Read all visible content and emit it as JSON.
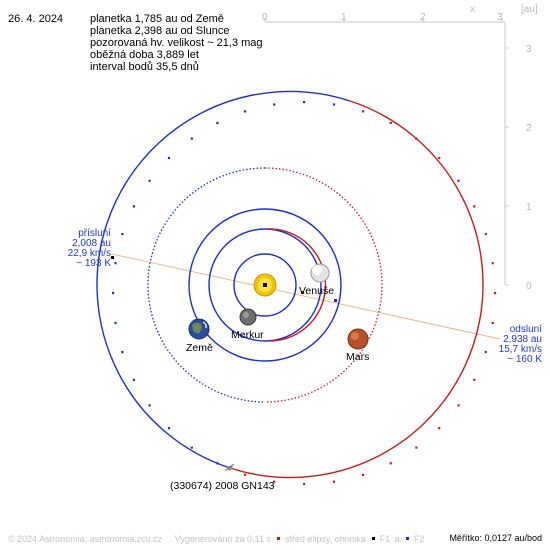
{
  "header": {
    "date": "26. 4. 2024",
    "lines": [
      "planetka 1,785 au od Země",
      "planetka 2,398 au od Slunce",
      "pozorovaná hv. velikost ~ 21,3 mag",
      "oběžná doba 3,889 let",
      "interval bodů 35,5 dnů"
    ]
  },
  "axes": {
    "x_ticks": [
      "0",
      "1",
      "2",
      "3"
    ],
    "y_ticks": [
      "3",
      "2",
      "1",
      "0"
    ],
    "x_label": "x",
    "unit_label": "[au]"
  },
  "planets": {
    "earth": "Země",
    "venus": "Venuše",
    "mercury": "Merkur",
    "mars": "Mars"
  },
  "asteroid": {
    "name": "(330674) 2008 GN143"
  },
  "perihelion": {
    "title": "přísluní",
    "distance": "2,008 au",
    "speed": "22,9 km/s",
    "temp": "~ 193 K"
  },
  "aphelion": {
    "title": "odsluní",
    "distance": "2,938 au",
    "speed": "15,7 km/s",
    "temp": "~ 160 K"
  },
  "footer": {
    "copyright": "© 2024 Astronomia, astronomia.zcu.cz",
    "generated": "Vygenerováno za 0,11 s",
    "legend_center": "střed elipsy, ohniska",
    "legend_f1": "F1",
    "legend_a": "a",
    "legend_f2": "F2",
    "scale": "Měřítko: 0,0127 au/bod"
  },
  "colors": {
    "blue": "#1a2fd0",
    "red": "#cc1a1a",
    "aphelion_line": "#f2b48a",
    "axis": "#c8c8c8",
    "sun": "#f5c400"
  }
}
